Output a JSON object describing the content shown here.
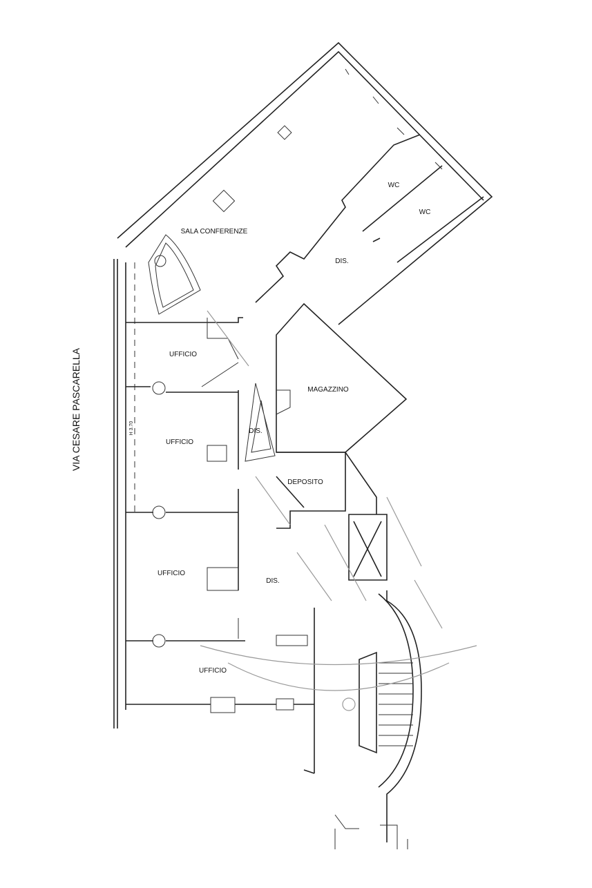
{
  "street": "VIA CESARE PASCARELLA",
  "height_note": "H 3.70",
  "rooms": {
    "sala": "SALA CONFERENZE",
    "wc1": "WC",
    "wc2": "WC",
    "dis_top": "DIS.",
    "ufficio1": "UFFICIO",
    "magazzino": "MAGAZZINO",
    "ufficio2": "UFFICIO",
    "dis_mid": "DIS.",
    "deposito": "DEPOSITO",
    "ufficio3": "UFFICIO",
    "dis_low": "DIS.",
    "ufficio4": "UFFICIO"
  }
}
